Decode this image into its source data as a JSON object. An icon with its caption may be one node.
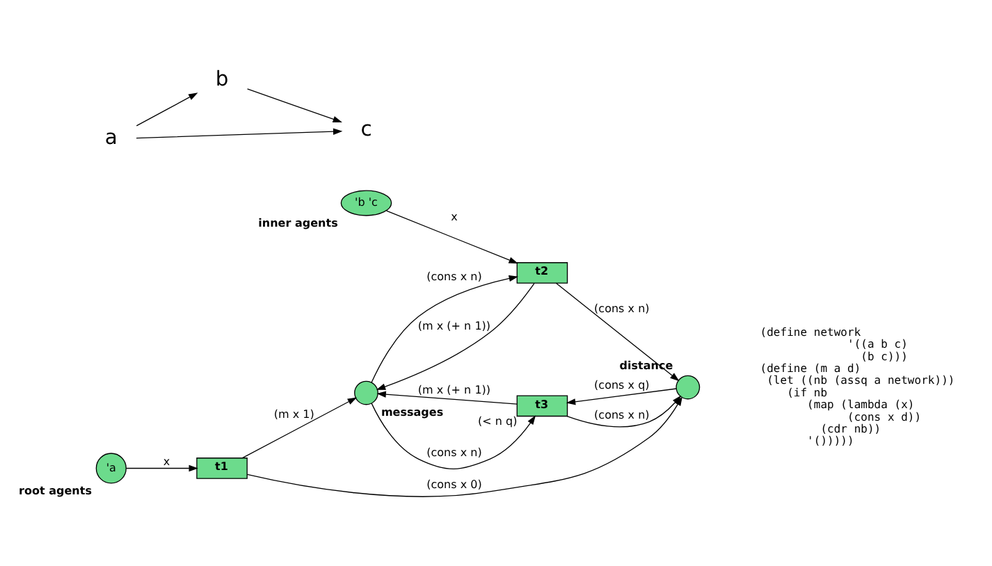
{
  "diagram": {
    "nodes": [
      {
        "text": [
          "'a"
        ],
        "beside": [
          "root agents"
        ]
      },
      {
        "text": [
          "t1"
        ]
      },
      {
        "text": [],
        "shape": "circle",
        "beside": [
          "messages"
        ]
      },
      {
        "text": [
          "t3"
        ],
        "beside": [
          "(< n q)"
        ]
      },
      {
        "text": [],
        "shape": "circle",
        "beside": [
          "distance"
        ]
      },
      {
        "text": [
          "'b 'c"
        ],
        "beside": [
          "inner agents"
        ]
      },
      {
        "text": [
          "t2"
        ]
      },
      {
        "text": [
          "a"
        ]
      },
      {
        "text": [
          "b"
        ]
      },
      {
        "text": [
          "c"
        ]
      }
    ],
    "edges": [
      {
        "from": 0,
        "to": 1,
        "arrow": "to",
        "label": "x"
      },
      {
        "from": 1,
        "to": 4,
        "arrow": "to",
        "label": "(cons x 0)"
      },
      {
        "from": 1,
        "to": 2,
        "arrow": "to",
        "label": "(m x 1)"
      },
      {
        "from": 2,
        "to": 3,
        "arrow": "to",
        "label": "(cons x n)"
      },
      {
        "from": 4,
        "to": 3,
        "arrow": "to",
        "label": "(cons x q)"
      },
      {
        "from": 3,
        "to": 2,
        "arrow": "to",
        "label": "(m x (+ n 1))"
      },
      {
        "from": 3,
        "to": 4,
        "arrow": "to",
        "label": "(cons x n)"
      },
      {
        "from": 2,
        "to": 6,
        "arrow": "to",
        "label": "(cons x n)"
      },
      {
        "from": 6,
        "to": 2,
        "arrow": "to",
        "label": "(m x (+ n 1))"
      },
      {
        "from": 5,
        "to": 6,
        "arrow": "to",
        "label": "x"
      },
      {
        "from": 6,
        "to": 4,
        "arrow": "to",
        "label": "(cons x n)"
      },
      {
        "from": 7,
        "to": 8,
        "arrow": "to"
      },
      {
        "from": 7,
        "to": 9,
        "arrow": "to"
      },
      {
        "from": 8,
        "to": 9,
        "arrow": "to"
      }
    ],
    "labels": [
      "(define network",
      "'((a b c)",
      "(b c)))",
      "(define (m a d)",
      "(let ((nb (assq a network)))",
      "(if nb",
      "(map (lambda (x)",
      "(cons x d))",
      "(cdr nb))",
      "'()))))"
    ]
  }
}
